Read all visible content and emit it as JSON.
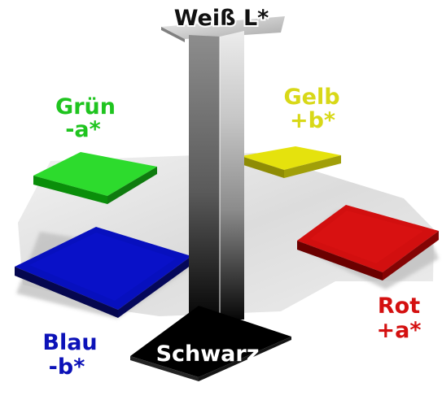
{
  "diagram": {
    "top": {
      "title": "Weiß L*",
      "color": "#9e9e9e"
    },
    "bottom": {
      "title": "Schwarz",
      "color": "#000000"
    },
    "green": {
      "line1": "Grün",
      "line2": "-a*",
      "color": "#1fc41f"
    },
    "yellow": {
      "line1": "Gelb",
      "line2": "+b*",
      "color": "#d8d818"
    },
    "red": {
      "line1": "Rot",
      "line2": "+a*",
      "color": "#d41010"
    },
    "blue": {
      "line1": "Blau",
      "line2": "-b*",
      "color": "#0c12b8"
    }
  }
}
